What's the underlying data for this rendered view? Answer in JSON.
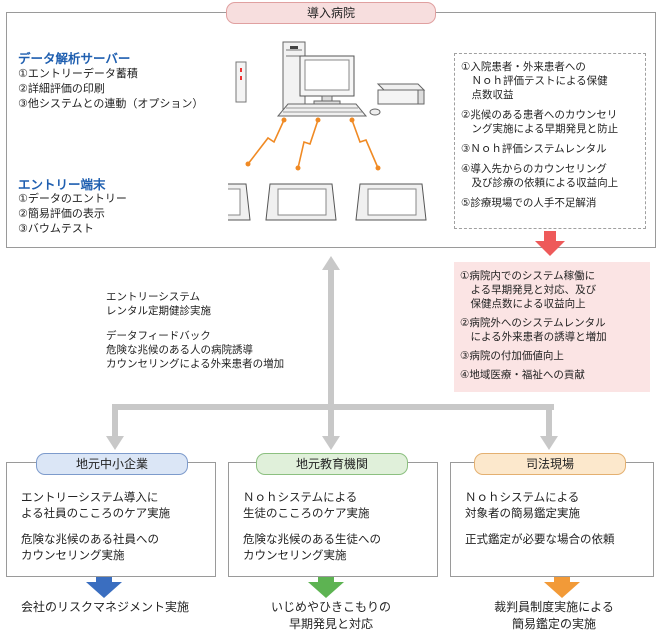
{
  "hospital": {
    "title": "導入病院",
    "server": {
      "title": "データ解析サーバー",
      "items": [
        "①エントリーデータ蓄積",
        "②詳細評価の印刷",
        "③他システムとの連動（オプション）"
      ]
    },
    "terminal": {
      "title": "エントリー端末",
      "items": [
        "①データのエントリー",
        "②簡易評価の表示",
        "③バウムテスト"
      ]
    },
    "benefits": [
      [
        "①入院患者・外来患者への",
        "　Ｎｏｈ評価テストによる保健",
        "　点数収益"
      ],
      [
        "②兆候のある患者へのカウンセリ",
        "　ング実施による早期発見と防止"
      ],
      [
        "③Ｎｏｈ評価システムレンタル"
      ],
      [
        "④導入先からのカウンセリング",
        "　及び診療の依頼による収益向上"
      ],
      [
        "⑤診療現場での人手不足解消"
      ]
    ]
  },
  "results": [
    [
      "①病院内でのシステム稼働に",
      "　よる早期発見と対応、及び",
      "　保健点数による収益向上"
    ],
    [
      "②病院外へのシステムレンタル",
      "　による外来患者の誘導と増加"
    ],
    [
      "③病院の付加価値向上"
    ],
    [
      "④地域医療・福祉への貢献"
    ]
  ],
  "middle": {
    "group1": [
      "エントリーシステム",
      "レンタル定期健診実施"
    ],
    "group2": [
      "データフィードバック",
      "危険な兆候のある人の病院誘導",
      "カウンセリングによる外来患者の増加"
    ]
  },
  "orgs": [
    {
      "title": "地元中小企業",
      "p1": [
        "エントリーシステム導入に",
        "よる社員のこころのケア実施"
      ],
      "p2": [
        "危険な兆候のある社員への",
        "カウンセリング実施"
      ],
      "result": [
        "会社のリスクマネジメント実施"
      ],
      "color": "#3a6ec0",
      "pill_bg": "#dbe6f6"
    },
    {
      "title": "地元教育機関",
      "p1": [
        "Ｎｏｈシステムによる",
        "生徒のこころのケア実施"
      ],
      "p2": [
        "危険な兆候のある生徒への",
        "カウンセリング実施"
      ],
      "result": [
        "いじめやひきこもりの",
        "早期発見と対応"
      ],
      "color": "#5db352",
      "pill_bg": "#e0f0da"
    },
    {
      "title": "司法現場",
      "p1": [
        "Ｎｏｈシステムによる",
        "対象者の簡易鑑定実施"
      ],
      "p2": [
        "正式鑑定が必要な場合の依頼"
      ],
      "result": [
        "裁判員制度実施による",
        "簡易鑑定の実施"
      ],
      "color": "#f29a38",
      "pill_bg": "#fce8cc"
    }
  ],
  "colors": {
    "connector": "#c8c8c8",
    "link": "#f08a24",
    "pink_arrow": "#ee5a5a"
  }
}
